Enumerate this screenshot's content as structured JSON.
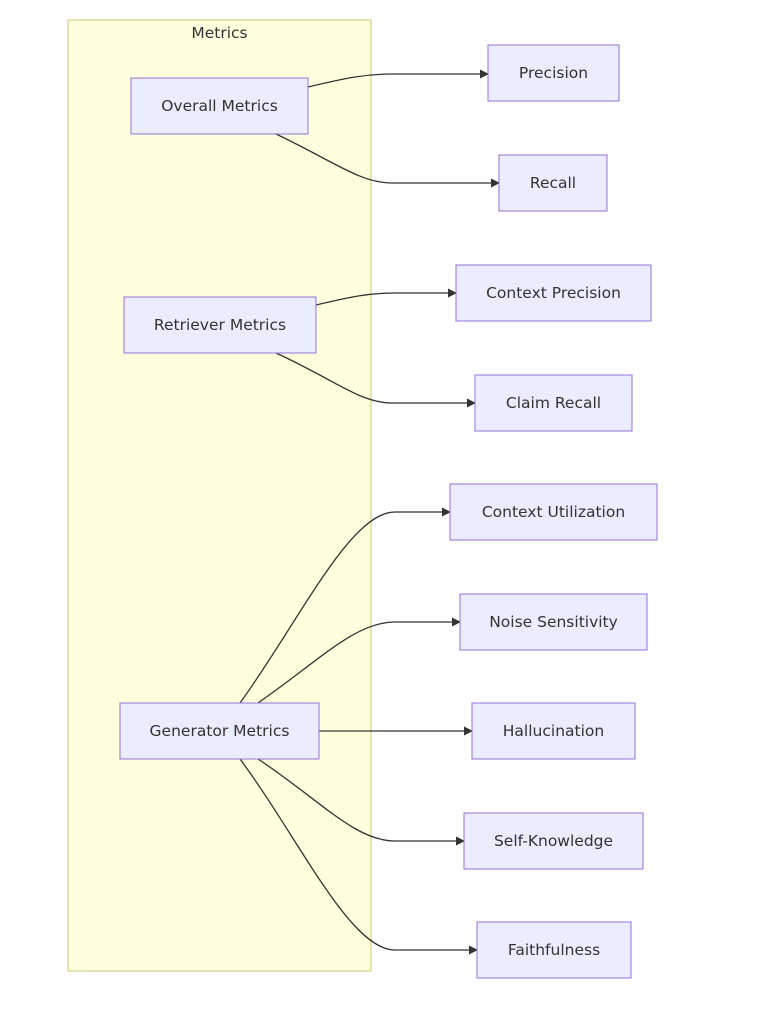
{
  "cluster": {
    "id": "metrics",
    "label": "Metrics"
  },
  "nodes": [
    {
      "id": "overall",
      "label": "Overall Metrics"
    },
    {
      "id": "retriever",
      "label": "Retriever Metrics"
    },
    {
      "id": "generator",
      "label": "Generator Metrics"
    },
    {
      "id": "precision",
      "label": "Precision"
    },
    {
      "id": "recall",
      "label": "Recall"
    },
    {
      "id": "ctx_precision",
      "label": "Context Precision"
    },
    {
      "id": "claim_recall",
      "label": "Claim Recall"
    },
    {
      "id": "ctx_util",
      "label": "Context Utilization"
    },
    {
      "id": "noise",
      "label": "Noise Sensitivity"
    },
    {
      "id": "halluc",
      "label": "Hallucination"
    },
    {
      "id": "selfknow",
      "label": "Self-Knowledge"
    },
    {
      "id": "faithful",
      "label": "Faithfulness"
    }
  ],
  "edges": [
    {
      "from": "overall",
      "to": "precision"
    },
    {
      "from": "overall",
      "to": "recall"
    },
    {
      "from": "retriever",
      "to": "ctx_precision"
    },
    {
      "from": "retriever",
      "to": "claim_recall"
    },
    {
      "from": "generator",
      "to": "ctx_util"
    },
    {
      "from": "generator",
      "to": "noise"
    },
    {
      "from": "generator",
      "to": "halluc"
    },
    {
      "from": "generator",
      "to": "selfknow"
    },
    {
      "from": "generator",
      "to": "faithful"
    }
  ],
  "colors": {
    "cluster_fill": "#ffffde",
    "cluster_stroke": "#c8c86e",
    "node_fill": "#ececff",
    "node_stroke": "#9370db",
    "edge": "#333333",
    "text": "#333333"
  }
}
